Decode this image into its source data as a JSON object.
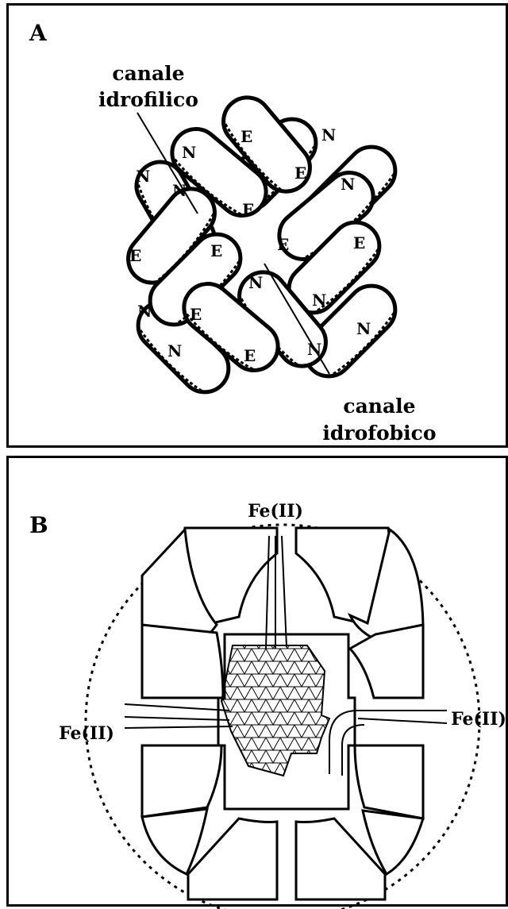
{
  "panel_a": {
    "letter": "A",
    "label_top": [
      "canale",
      "idrofilico"
    ],
    "label_bottom": [
      "canale",
      "idrofobico"
    ],
    "subunit_labels": [
      "N",
      "E",
      "N",
      "N",
      "N",
      "E",
      "N",
      "E",
      "E",
      "E",
      "E",
      "E",
      "N",
      "N",
      "N",
      "E",
      "N",
      "N",
      "E",
      "N"
    ]
  },
  "panel_b": {
    "letter": "B",
    "fe_top": "Fe(II)",
    "fe_left": "Fe(II)",
    "fe_right": "Fe(II)"
  }
}
